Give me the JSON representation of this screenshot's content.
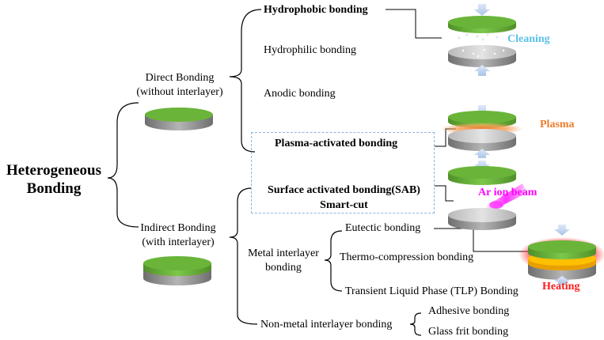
{
  "root": {
    "line1": "Heterogeneous",
    "line2": "Bonding"
  },
  "direct": {
    "line1": "Direct Bonding",
    "line2": "(without interlayer)",
    "methods": [
      "Hydrophobic bonding",
      "Hydrophilic bonding",
      "Anodic bonding",
      "Plasma-activated bonding"
    ]
  },
  "indirect": {
    "line1": "Indirect Bonding",
    "line2": "(with interlayer)",
    "methods": [
      "Surface activated bonding(SAB)",
      "Smart-cut"
    ],
    "metal": {
      "line1": "Metal interlayer",
      "line2": "bonding",
      "methods": [
        "Eutectic bonding",
        "Thermo-compression bonding",
        "Transient Liquid Phase (TLP)  Bonding"
      ]
    },
    "nonmetal": {
      "label": "Non-metal interlayer bonding",
      "methods": [
        "Adhesive bonding",
        "Glass frit bonding"
      ]
    }
  },
  "process_labels": {
    "cleaning": "Cleaning",
    "plasma": "Plasma",
    "ar_ion_beam": "Ar ion beam",
    "heating": "Heating"
  },
  "colors": {
    "wafer_top": "#6ab539",
    "wafer_side": "#8a8a8a",
    "interlayer": "#ff6a00",
    "cleaning": "#5bc0e8",
    "plasma": "#f07b2a",
    "ar_ion_beam": "#ff00ff",
    "heating": "#ff1a1a",
    "dashed_box": "#8ab4e0",
    "arrow": "#c5d9f1"
  }
}
